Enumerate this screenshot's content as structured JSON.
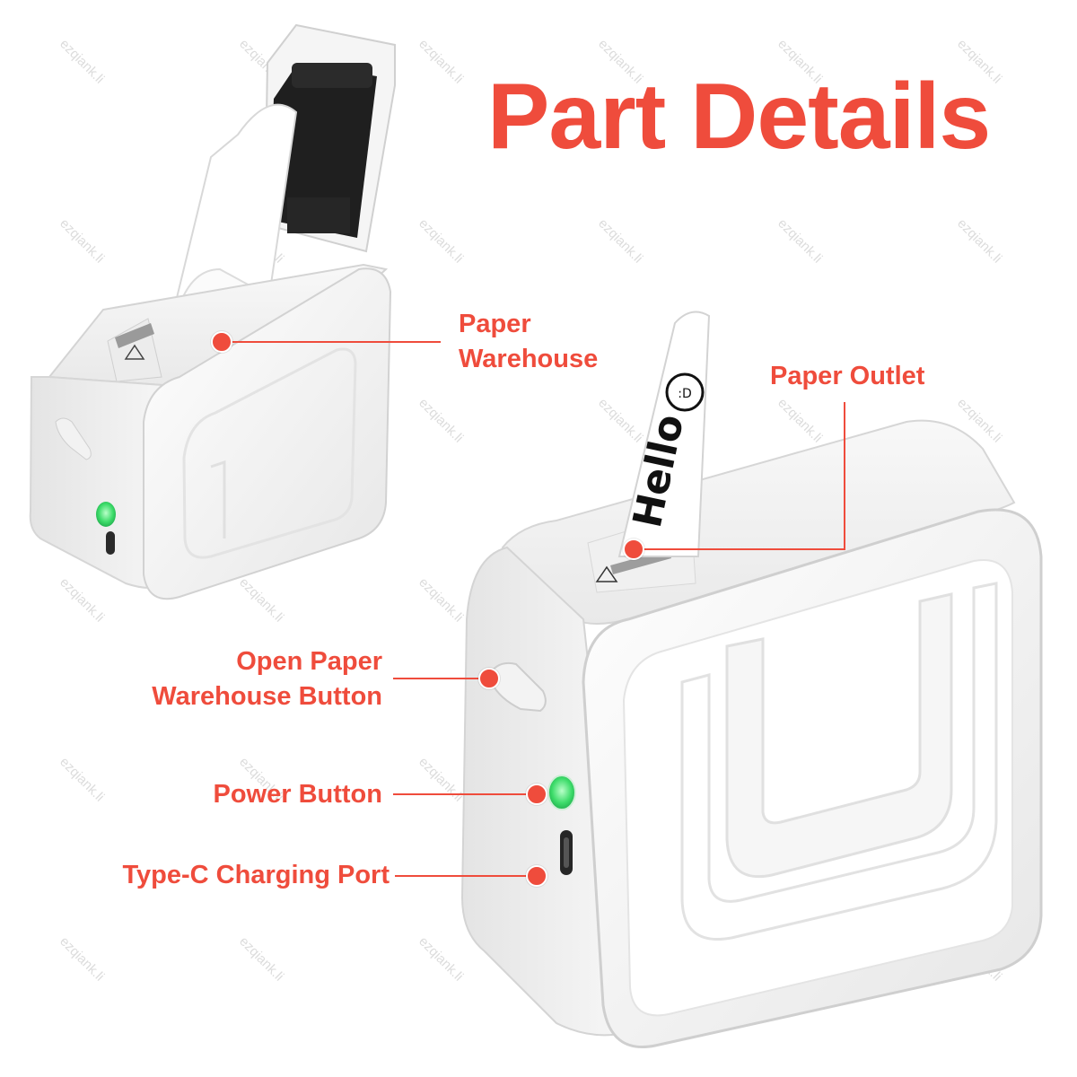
{
  "title": "Part Details",
  "watermark": "ezqiank.li",
  "strip_text": "Hello",
  "callouts": {
    "paper_warehouse": [
      "Paper",
      "Warehouse"
    ],
    "paper_outlet": "Paper Outlet",
    "open_button": [
      "Open Paper",
      "Warehouse Button"
    ],
    "power_button": "Power Button",
    "charging_port": "Type-C Charging Port"
  },
  "colors": {
    "accent": "#ef4c3c",
    "body": "#f4f4f4",
    "led": "#3ddc6a",
    "dark_mech": "#1e1e1e"
  }
}
